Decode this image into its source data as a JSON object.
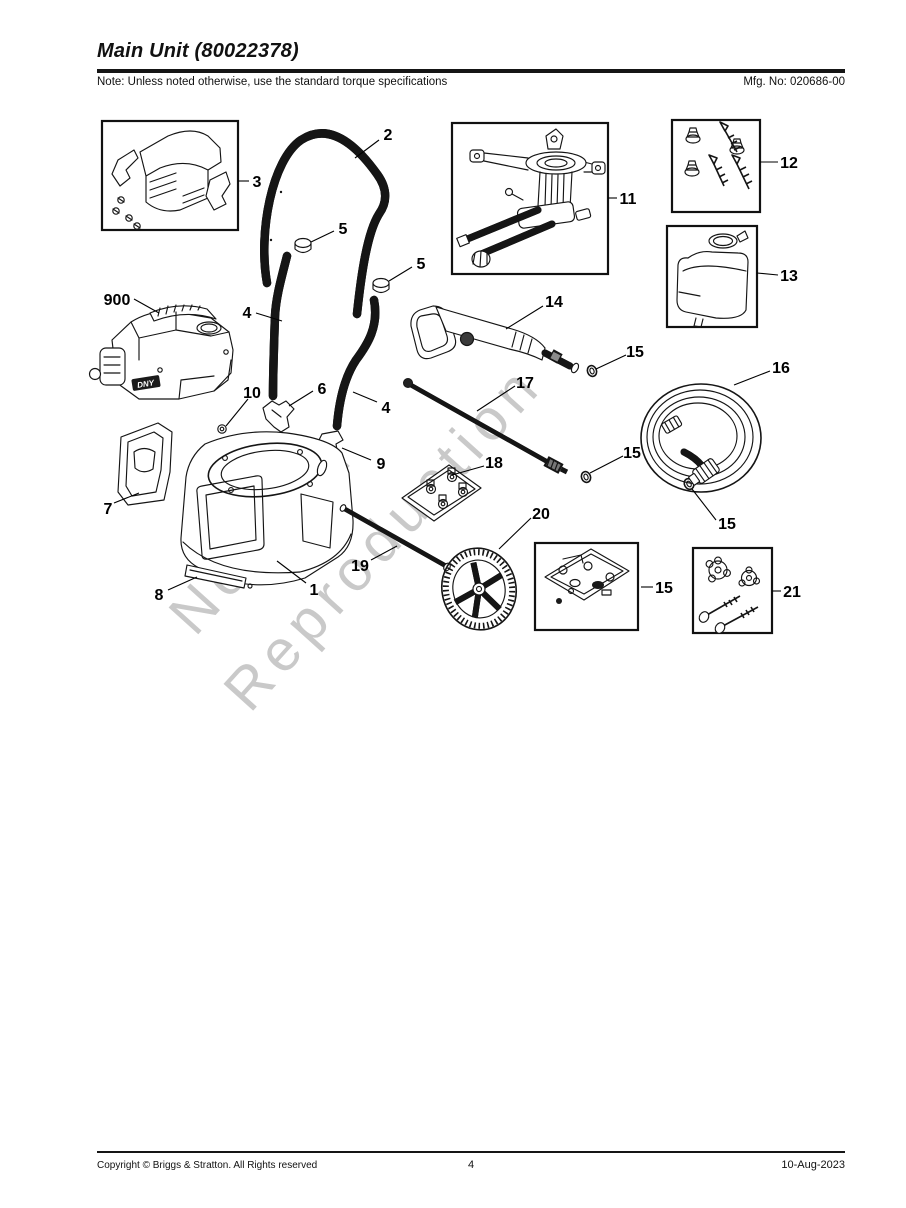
{
  "page": {
    "title": "Main Unit (80022378)",
    "note": "Note: Unless noted otherwise, use the standard torque specifications",
    "mfg_no": "Mfg. No: 020686-00",
    "watermark": {
      "line1": "Not For",
      "line2": "Reproduction"
    },
    "footer": {
      "copyright": "Copyright ©  Briggs & Stratton. All Rights reserved",
      "page_number": "4",
      "date": "10-Aug-2023"
    }
  },
  "diagram": {
    "engine_badge": "DNY",
    "callouts": [
      {
        "label": "3"
      },
      {
        "label": "2"
      },
      {
        "label": "5"
      },
      {
        "label": "5"
      },
      {
        "label": "11"
      },
      {
        "label": "12"
      },
      {
        "label": "13"
      },
      {
        "label": "900"
      },
      {
        "label": "4"
      },
      {
        "label": "4"
      },
      {
        "label": "6"
      },
      {
        "label": "10"
      },
      {
        "label": "9"
      },
      {
        "label": "7"
      },
      {
        "label": "8"
      },
      {
        "label": "1"
      },
      {
        "label": "14"
      },
      {
        "label": "15"
      },
      {
        "label": "17"
      },
      {
        "label": "15"
      },
      {
        "label": "16"
      },
      {
        "label": "15"
      },
      {
        "label": "18"
      },
      {
        "label": "19"
      },
      {
        "label": "20"
      },
      {
        "label": "15"
      },
      {
        "label": "21"
      }
    ]
  }
}
